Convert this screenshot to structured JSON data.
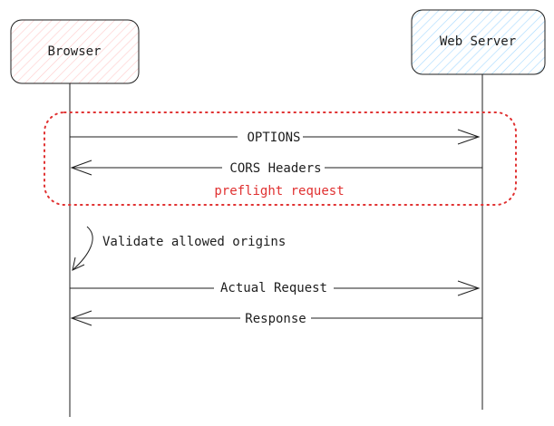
{
  "participants": {
    "browser": "Browser",
    "server": "Web Server"
  },
  "messages": {
    "options": "OPTIONS",
    "cors_headers": "CORS Headers",
    "actual_request": "Actual Request",
    "response": "Response"
  },
  "group_label": "preflight request",
  "note": "Validate allowed origins",
  "colors": {
    "browser_box": "#c92a2a",
    "server_box": "#1971c2",
    "group_border": "#e03131",
    "line": "#1e1e1e"
  }
}
